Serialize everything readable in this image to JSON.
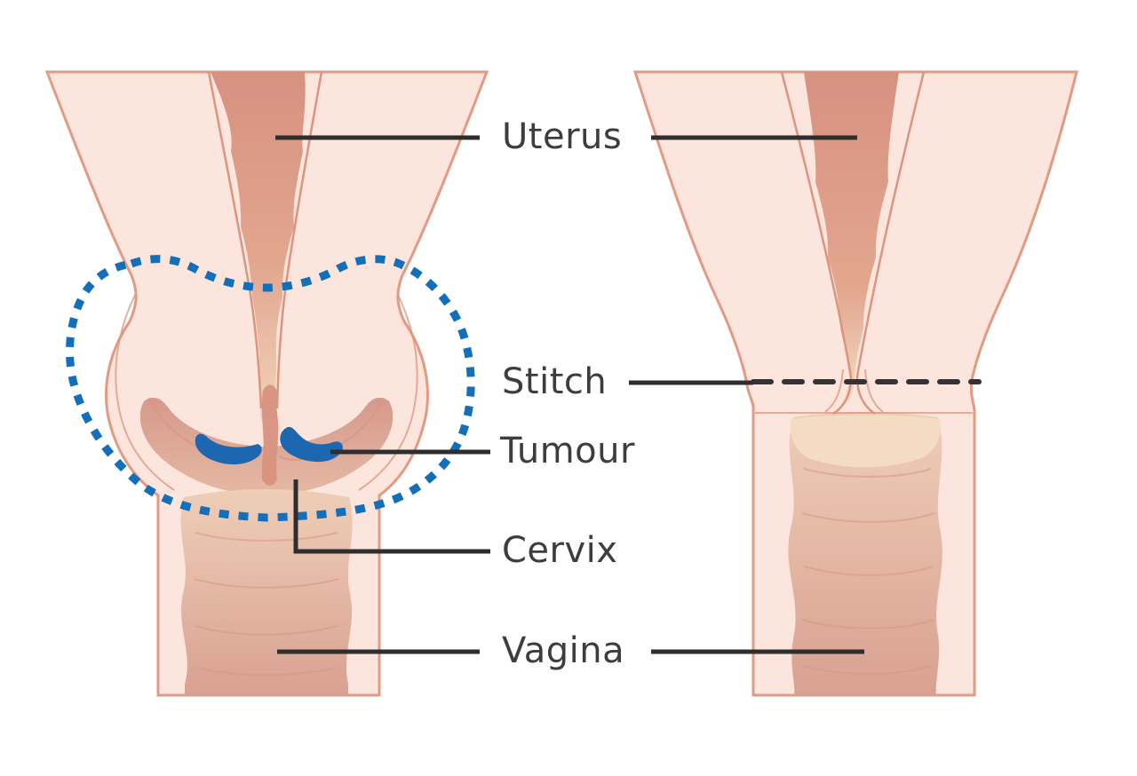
{
  "page": {
    "background": "#ffffff"
  },
  "labels": {
    "uterus": "Uterus",
    "stitch": "Stitch",
    "tumour": "Tumour",
    "cervix": "Cervix",
    "vagina": "Vagina"
  },
  "colors": {
    "page-bg": "#ffffff",
    "body-fill": "#fce5dd",
    "body-outline": "#e29a82",
    "inner-line": "#dd947f",
    "cavity-top": "#d79180",
    "cavity-mid": "#e2a78f",
    "cavity-light": "#f4dfc6",
    "fan-top": "#d5988a",
    "fan-bottom": "#e6bba6",
    "vagina-top": "#eeceb7",
    "vagina-bottom": "#d9a090",
    "vault-light": "#f3dcc2",
    "rugae": "#d9977f",
    "tumour-blue": "#1c67b0",
    "excision-blue": "#146fba",
    "stitch-dark": "#333333",
    "pointer-dark": "#2e2e2e",
    "label-text": "#3d3d3d"
  }
}
